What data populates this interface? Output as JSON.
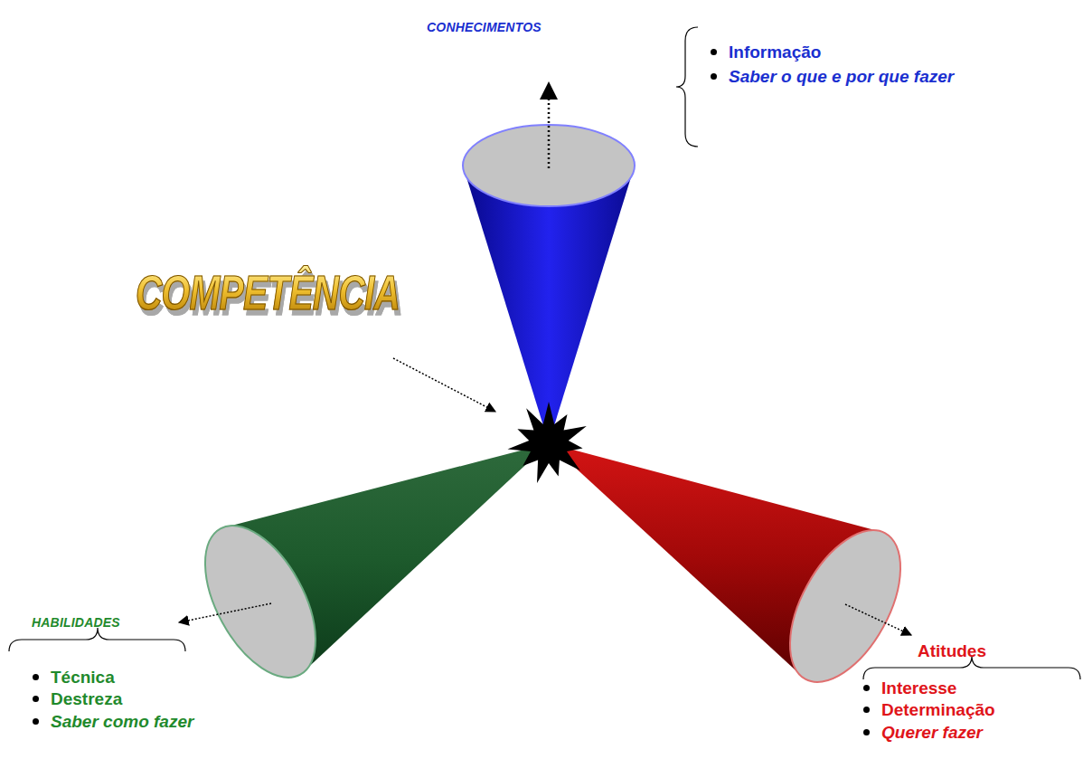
{
  "diagram": {
    "labels": [
      "CONHECIMENTOS",
      "Informação",
      "Saber o que e por que fazer",
      "COMPETÊNCIA",
      "HABILIDADES",
      "Técnica",
      "Destreza",
      "Saber como fazer",
      "Atitudes",
      "Interesse",
      "Determinação",
      "Querer fazer"
    ]
  }
}
